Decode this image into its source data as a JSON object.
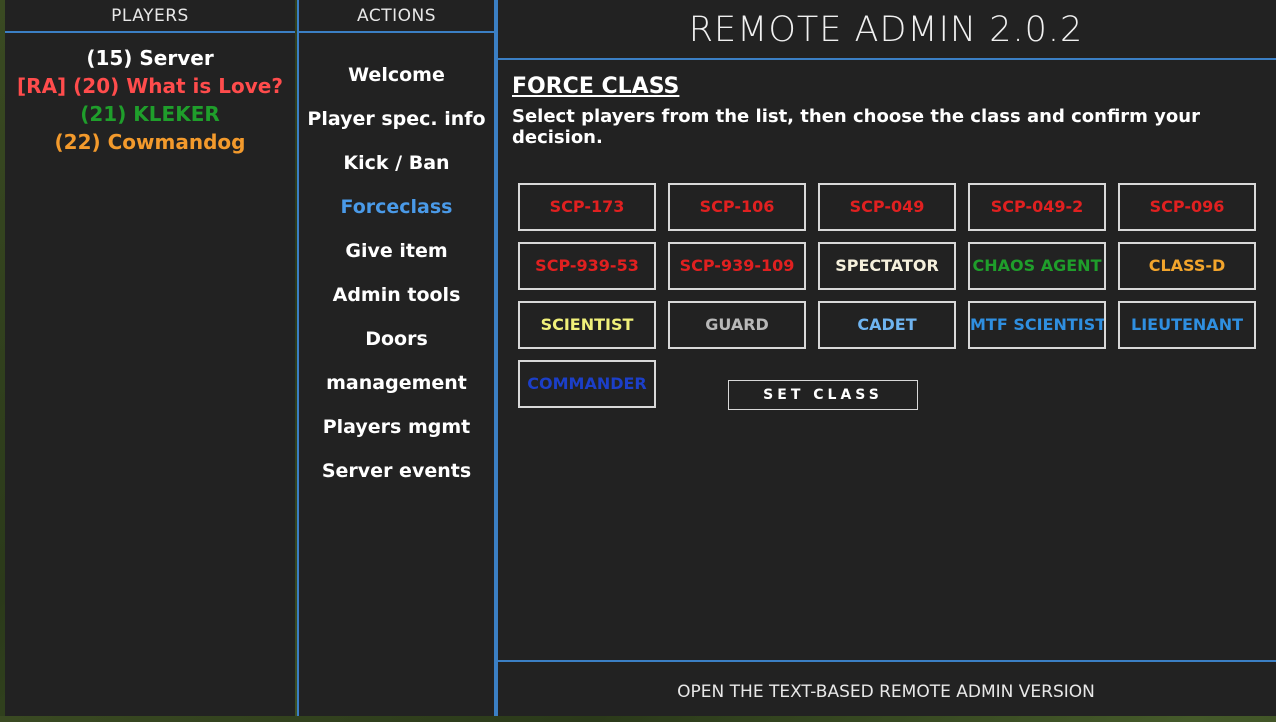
{
  "players_panel": {
    "header": "PLAYERS",
    "players": [
      {
        "label": "(15) Server",
        "color": "#ffffff"
      },
      {
        "label": "[RA] (20) What is Love?",
        "color": "#ff4c4c"
      },
      {
        "label": "(21) KLEKER",
        "color": "#1f9e2b"
      },
      {
        "label": "(22) Cowmandog",
        "color": "#f39a2c"
      }
    ]
  },
  "actions_panel": {
    "header": "ACTIONS",
    "items": [
      {
        "label": "Welcome",
        "color": "#ffffff"
      },
      {
        "label": "Player spec. info",
        "color": "#ffffff"
      },
      {
        "label": "Kick / Ban",
        "color": "#ffffff"
      },
      {
        "label": "Forceclass",
        "color": "#4a9ae8"
      },
      {
        "label": "Give item",
        "color": "#ffffff"
      },
      {
        "label": "Admin tools",
        "color": "#ffffff"
      },
      {
        "label": "Doors management",
        "color": "#ffffff"
      },
      {
        "label": "Players mgmt",
        "color": "#ffffff"
      },
      {
        "label": "Server events",
        "color": "#ffffff"
      }
    ]
  },
  "main": {
    "title": "REMOTE ADMIN 2.0.2",
    "section_title": "FORCE CLASS",
    "section_desc": "Select players from the list, then choose the class and confirm your decision.",
    "classes": [
      {
        "label": "SCP-173",
        "color": "#e02020"
      },
      {
        "label": "SCP-106",
        "color": "#e02020"
      },
      {
        "label": "SCP-049",
        "color": "#e02020"
      },
      {
        "label": "SCP-049-2",
        "color": "#e02020"
      },
      {
        "label": "SCP-096",
        "color": "#e02020"
      },
      {
        "label": "SCP-939-53",
        "color": "#e02020"
      },
      {
        "label": "SCP-939-109",
        "color": "#e02020"
      },
      {
        "label": "SPECTATOR",
        "color": "#f5f0dc"
      },
      {
        "label": "CHAOS AGENT",
        "color": "#1f9e2b"
      },
      {
        "label": "CLASS-D",
        "color": "#f3a52c"
      },
      {
        "label": "SCIENTIST",
        "color": "#f0f07a"
      },
      {
        "label": "GUARD",
        "color": "#b8b8b8"
      },
      {
        "label": "CADET",
        "color": "#6fb4f0"
      },
      {
        "label": "MTF SCIENTIST",
        "color": "#2f8fe0"
      },
      {
        "label": "LIEUTENANT",
        "color": "#2f8fe0"
      },
      {
        "label": "COMMANDER",
        "color": "#1c3fc8"
      }
    ],
    "set_class_label": "SET CLASS",
    "footer_label": "OPEN THE TEXT-BASED REMOTE ADMIN VERSION"
  },
  "colors": {
    "accent": "#3b7fc4",
    "panel_bg": "#222222"
  }
}
